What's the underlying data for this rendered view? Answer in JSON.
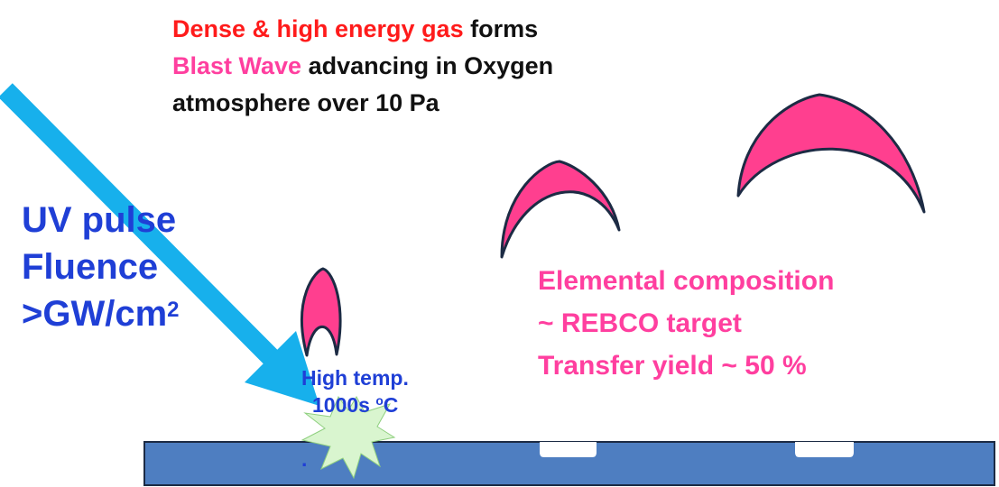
{
  "headline": {
    "line1_part1": "Dense & high energy gas",
    "line1_part2": " forms",
    "line2_part1": "Blast Wave",
    "line2_part2": " advancing in Oxygen",
    "line3": "atmosphere over 10 Pa"
  },
  "uv": {
    "line1": "UV pulse",
    "line2": "Fluence",
    "line3": ">GW/cm",
    "line3_sup": "2"
  },
  "elemental": {
    "line1": "Elemental composition",
    "line2": "~ REBCO target",
    "line3": "Transfer yield ~ 50 %"
  },
  "hot_spot": {
    "line1": "High temp.",
    "line2_value": "1000s ",
    "line2_sup": "o",
    "line2_unit": "C",
    "stray_mark": "."
  },
  "colors": {
    "highlight_red": "#ff1b1b",
    "highlight_pink": "#ff3f9f",
    "blue_text": "#1f3fd6",
    "substrate": "#4e7ec1",
    "laser_arrow": "#17b0ec",
    "plume_fill": "#ff3f8f",
    "plume_outline": "#1c2b44",
    "hot_spot": "#d9f5cf"
  }
}
